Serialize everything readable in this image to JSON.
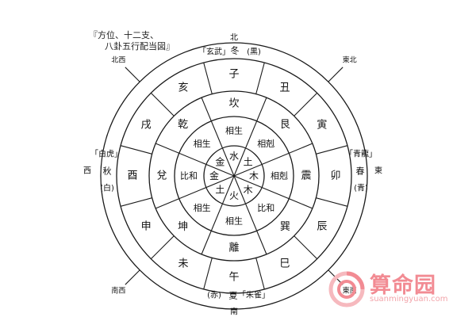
{
  "title": {
    "line1": "『方位、十二支、",
    "line2": "八卦五行配当図』"
  },
  "colors": {
    "line": "#1a1a1a",
    "text": "#111111",
    "watermark": "#f28b93"
  },
  "directions": {
    "north": "北",
    "northeast": "東北",
    "east": "東",
    "southeast": "東南",
    "south": "南",
    "southwest": "南西",
    "west": "西",
    "northwest": "北西"
  },
  "guardians": {
    "north": {
      "season": "冬",
      "color": "(黒)",
      "name": "「玄武」"
    },
    "east": {
      "name": "「青龍」",
      "season": "春",
      "color": "(青)"
    },
    "south": {
      "color": "(赤)",
      "season": "夏",
      "name": "「朱雀」"
    },
    "west": {
      "name": "「白虎」",
      "season": "秋",
      "color": "(白)"
    }
  },
  "branches": [
    "子",
    "丑",
    "寅",
    "卯",
    "辰",
    "巳",
    "午",
    "未",
    "申",
    "酉",
    "戌",
    "亥"
  ],
  "trigrams": [
    "坎",
    "艮",
    "震",
    "巽",
    "離",
    "坤",
    "兌",
    "乾"
  ],
  "relations": [
    "相生",
    "相剋",
    "相剋",
    "比和",
    "相生",
    "相生",
    "比和",
    "相生"
  ],
  "elements": [
    "水",
    "土",
    "木",
    "木",
    "火",
    "土",
    "金",
    "金"
  ],
  "watermark": {
    "text": "算命园",
    "url": "suanmingyuan.com"
  }
}
